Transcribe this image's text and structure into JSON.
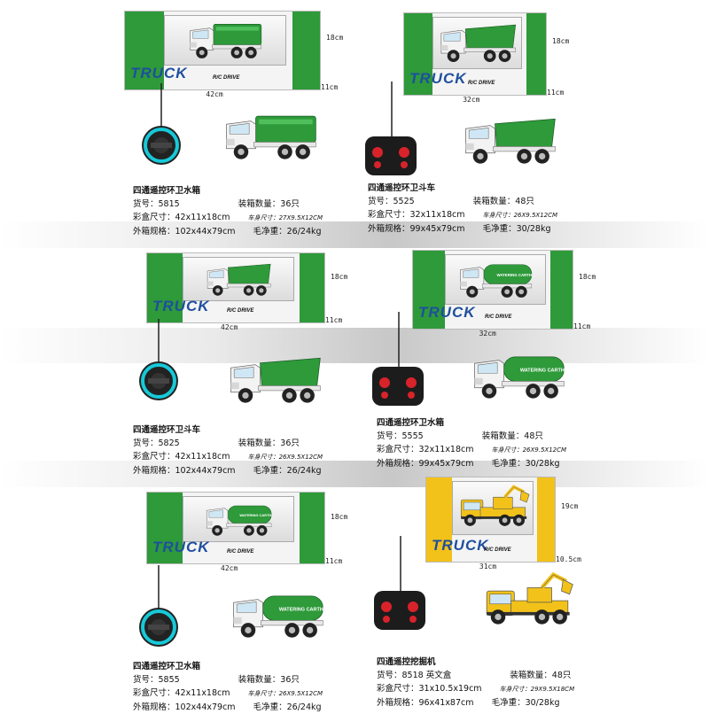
{
  "products": [
    {
      "title": "四通遥控环卫水箱",
      "item_label": "货号：",
      "item_no": "5815",
      "qty_label": "装箱数量：",
      "qty": "36只",
      "box_label": "彩盒尺寸：",
      "box_size": "42x11x18cm",
      "body_label": "车身尺寸：",
      "body_size": "27X9.5X12CM",
      "carton_label": "外箱规格：",
      "carton_size": "102x44x79cm",
      "weight_label": "毛净重：",
      "weight": "26/24kg",
      "dim_w": "42cm",
      "dim_d": "11cm",
      "dim_h": "18cm",
      "truck_type": "sweeper",
      "box_color": "#2e9a3a"
    },
    {
      "title": "四通遥控环卫斗车",
      "item_label": "货号：",
      "item_no": "5525",
      "qty_label": "装箱数量：",
      "qty": "48只",
      "box_label": "彩盒尺寸：",
      "box_size": "32x11x18cm",
      "body_label": "车身尺寸：",
      "body_size": "26X9.5X12CM",
      "carton_label": "外箱规格：",
      "carton_size": "99x45x79cm",
      "weight_label": "毛净重：",
      "weight": "30/28kg",
      "dim_w": "32cm",
      "dim_d": "11cm",
      "dim_h": "18cm",
      "truck_type": "dump",
      "box_color": "#2e9a3a"
    },
    {
      "title": "四通遥控环卫斗车",
      "item_label": "货号：",
      "item_no": "5825",
      "qty_label": "装箱数量：",
      "qty": "36只",
      "box_label": "彩盒尺寸：",
      "box_size": "42x11x18cm",
      "body_label": "车身尺寸：",
      "body_size": "26X9.5X12CM",
      "carton_label": "外箱规格：",
      "carton_size": "102x44x79cm",
      "weight_label": "毛净重：",
      "weight": "26/24kg",
      "dim_w": "42cm",
      "dim_d": "11cm",
      "dim_h": "18cm",
      "truck_type": "dump",
      "box_color": "#2e9a3a"
    },
    {
      "title": "四通遥控环卫水箱",
      "item_label": "货号：",
      "item_no": "5555",
      "qty_label": "装箱数量：",
      "qty": "48只",
      "box_label": "彩盒尺寸：",
      "box_size": "32x11x18cm",
      "body_label": "车身尺寸：",
      "body_size": "26X9.5X12CM",
      "carton_label": "外箱规格：",
      "carton_size": "99x45x79cm",
      "weight_label": "毛净重：",
      "weight": "30/28kg",
      "dim_w": "32cm",
      "dim_d": "11cm",
      "dim_h": "18cm",
      "truck_type": "tanker",
      "box_color": "#2e9a3a"
    },
    {
      "title": "四通遥控环卫水箱",
      "item_label": "货号：",
      "item_no": "5855",
      "qty_label": "装箱数量：",
      "qty": "36只",
      "box_label": "彩盒尺寸：",
      "box_size": "42x11x18cm",
      "body_label": "车身尺寸：",
      "body_size": "26X9.5X12CM",
      "carton_label": "外箱规格：",
      "carton_size": "102x44x79cm",
      "weight_label": "毛净重：",
      "weight": "26/24kg",
      "dim_w": "42cm",
      "dim_d": "11cm",
      "dim_h": "18cm",
      "truck_type": "tanker",
      "box_color": "#2e9a3a"
    },
    {
      "title": "四通遥控挖掘机",
      "item_label": "货号：",
      "item_no": "8518 英文盒",
      "qty_label": "装箱数量：",
      "qty": "48只",
      "box_label": "彩盒尺寸：",
      "box_size": "31x10.5x19cm",
      "body_label": "车身尺寸：",
      "body_size": "29X9.5X18CM",
      "carton_label": "外箱规格：",
      "carton_size": "96x41x87cm",
      "weight_label": "毛净重：",
      "weight": "30/28kg",
      "dim_w": "31cm",
      "dim_d": "10.5cm",
      "dim_h": "19cm",
      "truck_type": "excavator",
      "box_color": "#f2c21a"
    }
  ],
  "box_brand": "TRUCK",
  "box_drive_text": "R/C DRIVE",
  "tank_text": "WATERING CARTH",
  "colors": {
    "green": "#2e9a3a",
    "yellow": "#f2c21a",
    "white_cab": "#f3f3f3",
    "remote_blue": "#16c9d8",
    "remote_red": "#d8232a"
  }
}
